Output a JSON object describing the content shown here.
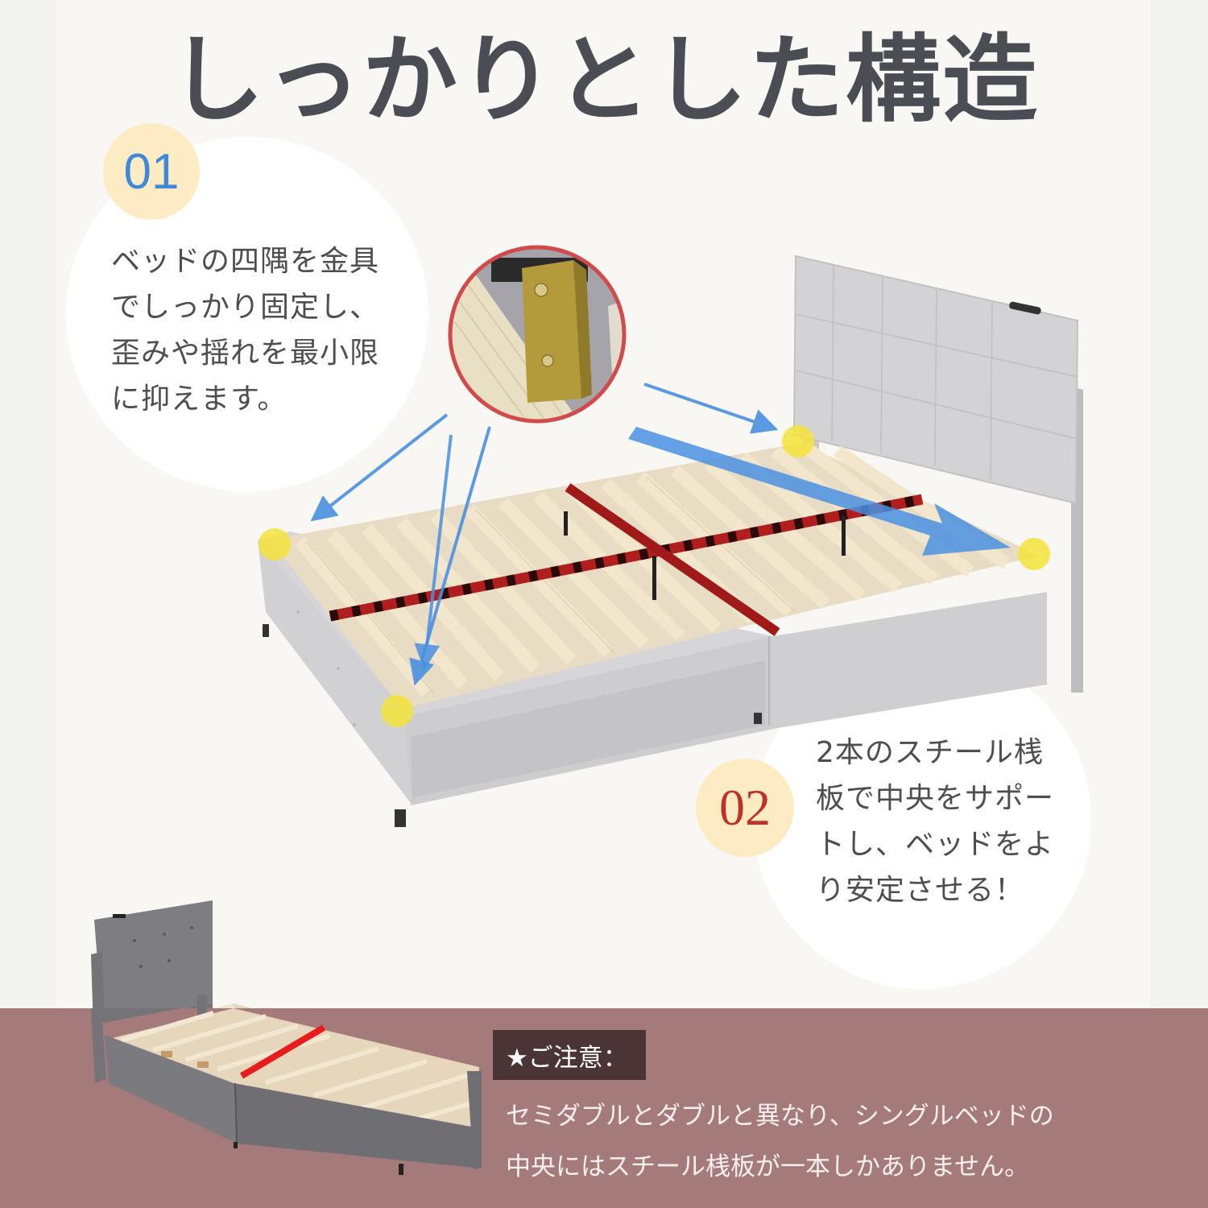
{
  "header": {
    "title": "しっかりとした構造"
  },
  "features": [
    {
      "number": "01",
      "number_color": "#3f89d8",
      "lines": [
        "ベッドの四隅を金具",
        "でしっかり固定し、",
        "歪みや揺れを最小限",
        "に抑えます。"
      ]
    },
    {
      "number": "02",
      "number_color": "#c0302a",
      "lines": [
        "2本のスチール桟",
        "板で中央をサポー",
        "トし、ベッドをよ",
        "り安定させる！"
      ]
    }
  ],
  "notice": {
    "label": "★ご注意：",
    "lines": [
      "セミダブルとダブルと異なり、シングルベッドの",
      "中央にはスチール桟板が一本しかありません。"
    ]
  },
  "images": {
    "main": "double-bed-frame-with-slats-and-markers",
    "inset": "corner-metal-bracket-closeup",
    "secondary": "single-bed-frame-with-one-steel-slat"
  },
  "colors": {
    "background": "#f8f7f4",
    "band": "#a57a7a",
    "notice_label_bg": "#4b3435",
    "badge_bg": "#fdecc3",
    "arrow": "#4a90e2",
    "marker": "#f4e33a",
    "steel_slat": "#b01e1e"
  }
}
